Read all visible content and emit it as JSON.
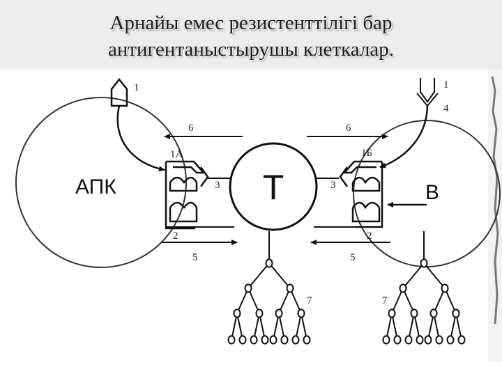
{
  "slide": {
    "title_line1": "Арнайы емес резистенттілігі бар",
    "title_line2": "антигентаныстырушы клеткалар."
  },
  "diagram": {
    "cells": {
      "apc": "АПК",
      "t": "Т",
      "b": "В"
    },
    "labels": {
      "antigen_apc": "1",
      "antigen_b": "1",
      "antigen_b_4": "4",
      "receptor_apc": "1А",
      "receptor_b": "1Б",
      "signal3_left": "3",
      "signal3_right": "3",
      "signal2_left": "2",
      "signal2_right": "2",
      "signal6_left": "6",
      "signal6_right": "6",
      "signal5_left": "5",
      "signal5_right": "5",
      "clone_t": "7",
      "clone_b": "7"
    }
  }
}
